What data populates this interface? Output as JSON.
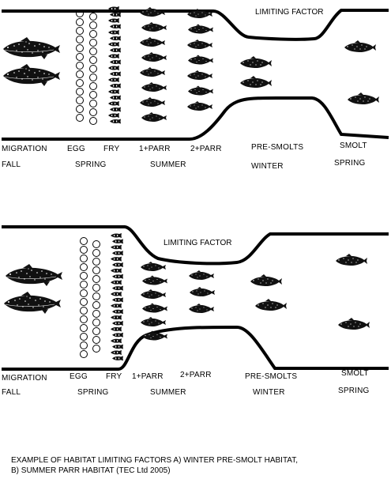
{
  "panels": [
    {
      "id": "a",
      "limiting_factor": "LIMITING FACTOR",
      "stages": [
        "MIGRATION",
        "EGG",
        "FRY",
        "1+PARR",
        "2+PARR",
        "PRE-SMOLTS",
        "SMOLT"
      ],
      "seasons": [
        "FALL",
        "SPRING",
        "SUMMER",
        "WINTER",
        "SPRING"
      ]
    },
    {
      "id": "b",
      "limiting_factor": "LIMITING FACTOR",
      "stages": [
        "MIGRATION",
        "EGG",
        "FRY",
        "1+PARR",
        "2+PARR",
        "PRE-SMOLTS",
        "SMOLT"
      ],
      "seasons": [
        "FALL",
        "SPRING",
        "SUMMER",
        "WINTER",
        "SPRING"
      ]
    }
  ],
  "caption": {
    "line1": "EXAMPLE OF HABITAT LIMITING FACTORS A) WINTER PRE-SMOLT HABITAT,",
    "line2": "B) SUMMER PARR HABITAT (TEC Ltd 2005)"
  },
  "icons": [
    "salmon-icon",
    "egg-icon",
    "fry-icon",
    "parr-icon"
  ]
}
